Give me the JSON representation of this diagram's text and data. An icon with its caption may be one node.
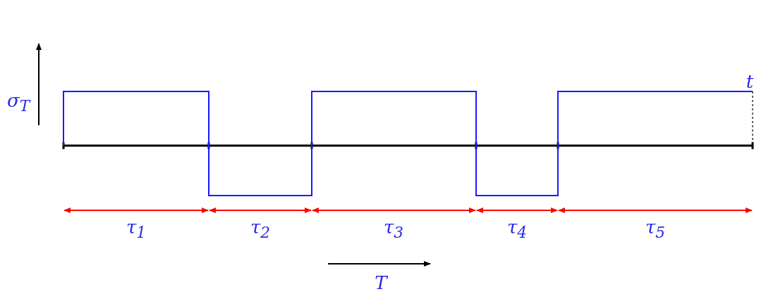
{
  "diagram": {
    "labels": [
      "σ$_{T}$",
      "t",
      "τ$_{1}$",
      "τ$_{2}$",
      "τ$_{3}$",
      "τ$_{4}$",
      "τ$_{5}$",
      "T"
    ]
  }
}
